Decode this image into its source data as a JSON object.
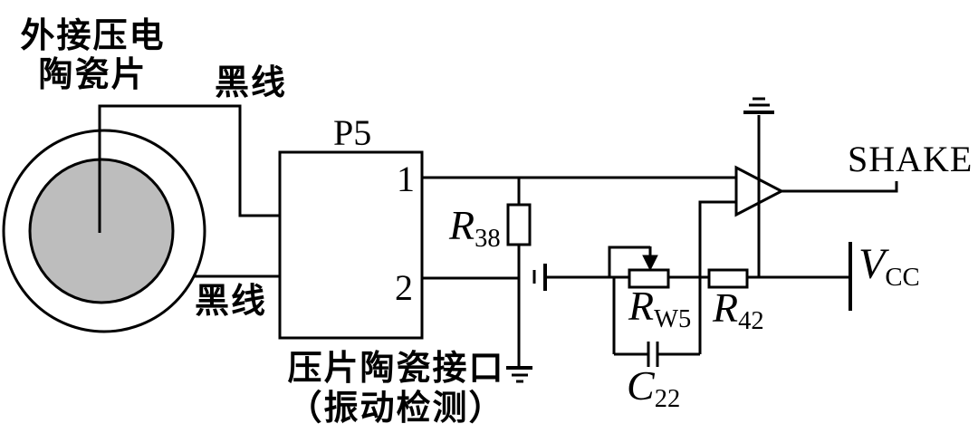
{
  "figure": {
    "background": "#ffffff",
    "line_color": "#000000",
    "ceramic_fill": "#bdbdbd"
  },
  "labels": {
    "piezo_disc_line1": "外接压电",
    "piezo_disc_line2": "陶瓷片",
    "black_wire_top": "黑线",
    "black_wire_bottom": "黑线",
    "connector": "P5",
    "pin_1": "1",
    "pin_2": "2",
    "interface_line1": "压片陶瓷接口",
    "interface_line2": "（振动检测）",
    "signal_output": "SHAKE"
  },
  "components": {
    "r38": {
      "symbol": "R",
      "subscript": "38"
    },
    "rw5": {
      "symbol": "R",
      "subscript": "W5"
    },
    "r42": {
      "symbol": "R",
      "subscript": "42"
    },
    "c22": {
      "symbol": "C",
      "subscript": "22"
    },
    "vcc": {
      "symbol": "V",
      "subscript": "CC"
    }
  }
}
